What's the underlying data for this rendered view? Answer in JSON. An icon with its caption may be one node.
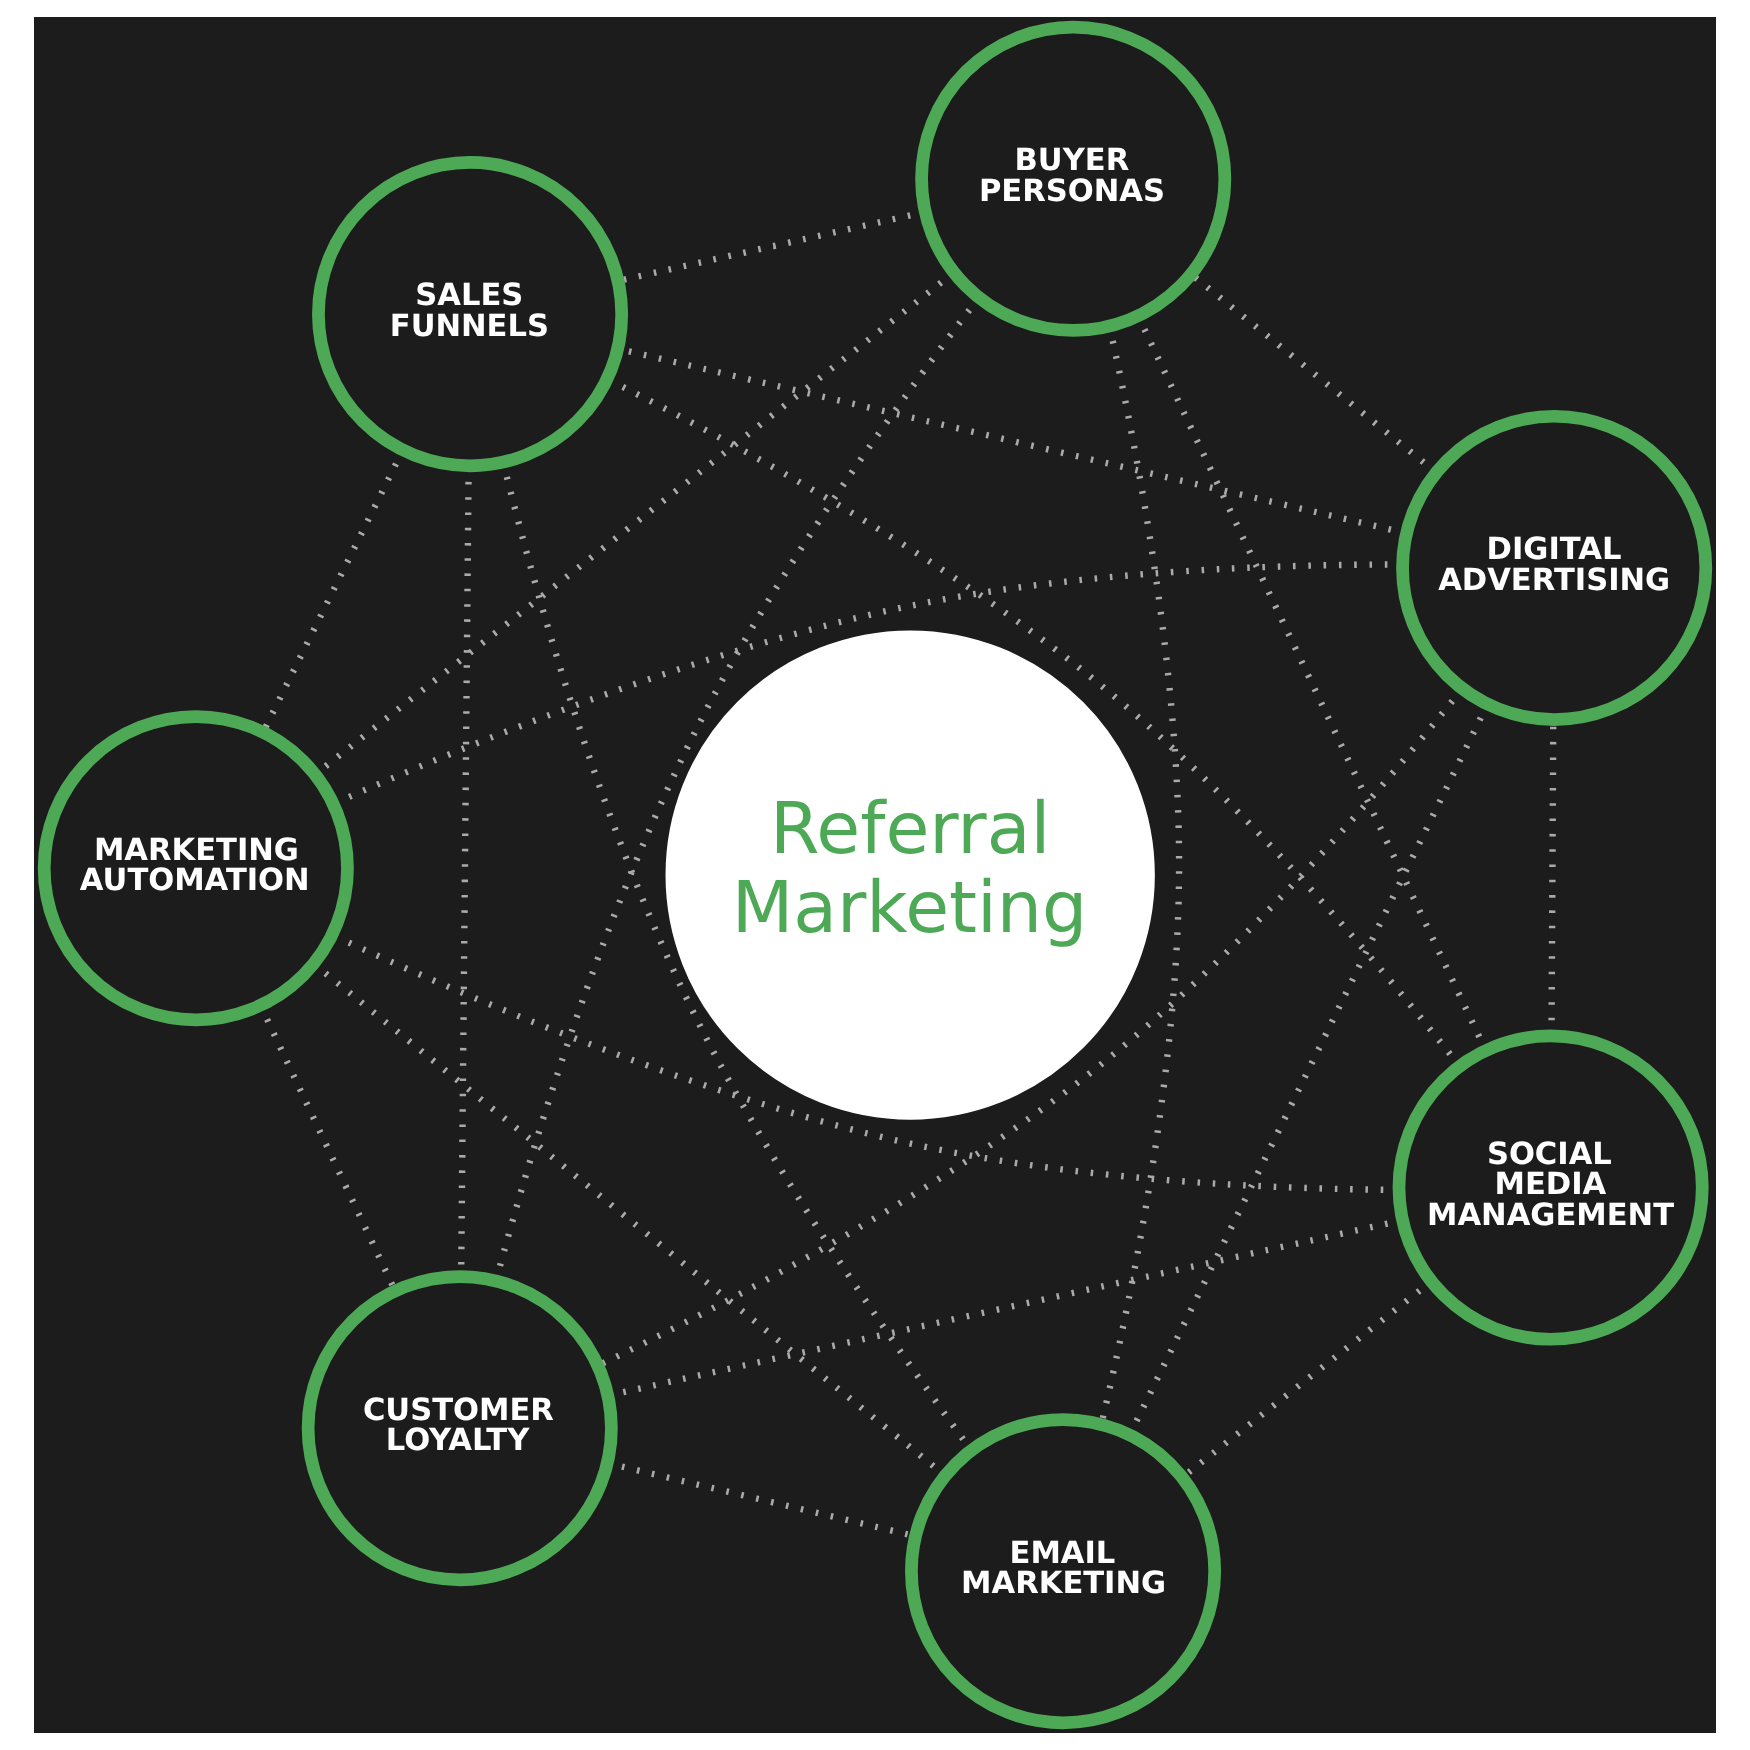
{
  "diagram": {
    "nodes": [
      {
        "text": [
          "Referral Marketing"
        ]
      },
      {
        "text": [
          "SOCIAL MEDIA MANAGEMENT"
        ]
      },
      {
        "text": [
          "DIGITAL ADVERTISING"
        ]
      },
      {
        "text": [
          "BUYER PERSONAS"
        ]
      },
      {
        "text": [
          "SALES FUNNELS"
        ]
      },
      {
        "text": [
          "MARKETING AUTOMATION"
        ]
      },
      {
        "text": [
          "CUSTOMER LOYALTY"
        ]
      },
      {
        "text": [
          "EMAIL MARKETING"
        ]
      }
    ],
    "edges": [
      {
        "from": 1,
        "to": 2,
        "arrow": "none"
      },
      {
        "from": 1,
        "to": 3,
        "arrow": "none"
      },
      {
        "from": 1,
        "to": 4,
        "arrow": "none"
      },
      {
        "from": 1,
        "to": 5,
        "arrow": "none"
      },
      {
        "from": 1,
        "to": 6,
        "arrow": "none"
      },
      {
        "from": 1,
        "to": 7,
        "arrow": "none"
      },
      {
        "from": 2,
        "to": 3,
        "arrow": "none"
      },
      {
        "from": 2,
        "to": 4,
        "arrow": "none"
      },
      {
        "from": 2,
        "to": 5,
        "arrow": "none"
      },
      {
        "from": 2,
        "to": 6,
        "arrow": "none"
      },
      {
        "from": 2,
        "to": 7,
        "arrow": "none"
      },
      {
        "from": 3,
        "to": 4,
        "arrow": "none"
      },
      {
        "from": 3,
        "to": 5,
        "arrow": "none"
      },
      {
        "from": 3,
        "to": 6,
        "arrow": "none"
      },
      {
        "from": 3,
        "to": 7,
        "arrow": "none"
      },
      {
        "from": 4,
        "to": 5,
        "arrow": "none"
      },
      {
        "from": 4,
        "to": 6,
        "arrow": "none"
      },
      {
        "from": 4,
        "to": 7,
        "arrow": "none"
      },
      {
        "from": 5,
        "to": 6,
        "arrow": "none"
      },
      {
        "from": 5,
        "to": 7,
        "arrow": "none"
      },
      {
        "from": 6,
        "to": 7,
        "arrow": "none"
      }
    ]
  }
}
